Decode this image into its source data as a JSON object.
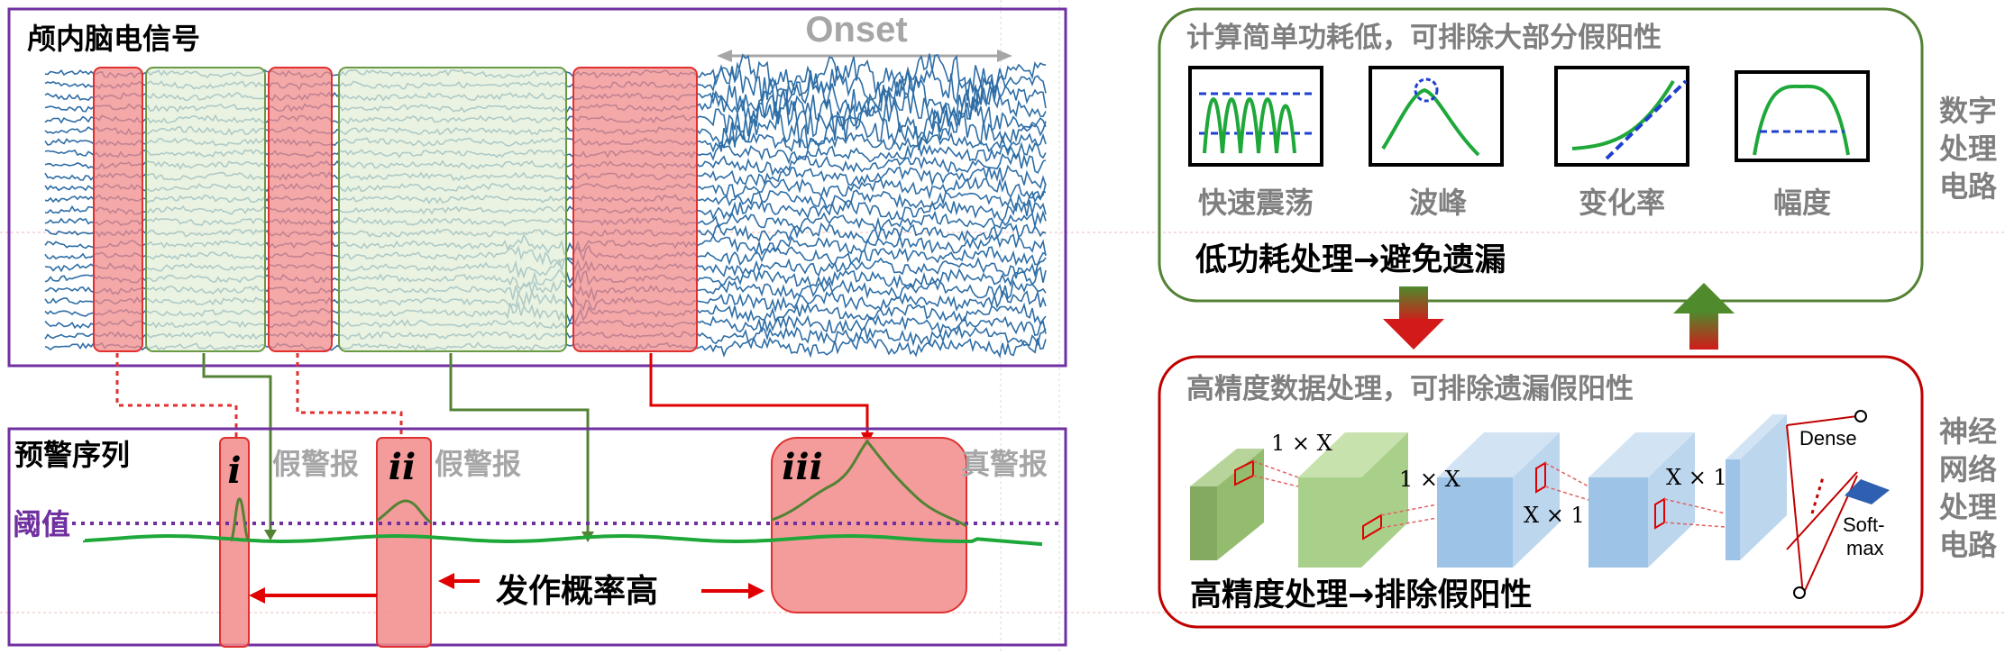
{
  "eeg_panel": {
    "title": "颅内脑电信号",
    "onset_label": "Onset"
  },
  "warning_panel": {
    "title": "预警序列",
    "threshold_label": "阈值",
    "markers": [
      "i",
      "ii",
      "iii"
    ],
    "false_alarm_1": "假警报",
    "false_alarm_2": "假警报",
    "true_alarm": "真警报",
    "prob_label": "发作概率高"
  },
  "digital_panel": {
    "header": "计算简单功耗低，可排除大部分假阳性",
    "features": [
      "快速震荡",
      "波峰",
      "变化率",
      "幅度"
    ],
    "footer": "低功耗处理→避免遗漏",
    "side_label": [
      "数字",
      "处理",
      "电路"
    ]
  },
  "neural_panel": {
    "header": "高精度数据处理，可排除遗漏假阳性",
    "footer": "高精度处理→排除假阳性",
    "side_label": [
      "神经",
      "网络",
      "处理",
      "电路"
    ],
    "layer_labels": [
      "1 × X",
      "1 × X",
      "X × 1",
      "X × 1"
    ],
    "dense_label": "Dense",
    "softmax_label": [
      "Soft-",
      "max"
    ]
  },
  "colors": {
    "purple_frame": "#7030a0",
    "green_frame": "#548235",
    "red_frame": "#c00000",
    "eeg_trace": "#2e6ea6",
    "red_window": "#f4a0a0",
    "green_window": "#e2eed6",
    "signal": "#1fa83a"
  }
}
